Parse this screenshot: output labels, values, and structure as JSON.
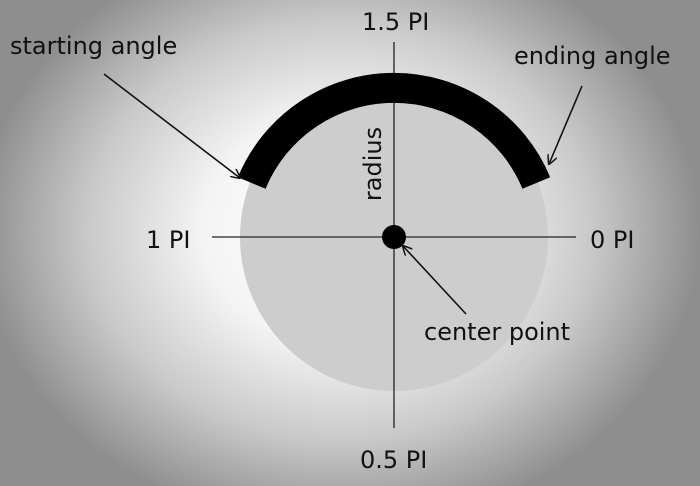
{
  "labels": {
    "top": "1.5 PI",
    "bottom": "0.5 PI",
    "left": "1 PI",
    "right": "0 PI",
    "starting_angle": "starting angle",
    "ending_angle": "ending angle",
    "radius": "radius",
    "center_point": "center point"
  },
  "colors": {
    "circle_fill": "#cdcdcd",
    "arc": "#000000",
    "lines": "#222222"
  }
}
